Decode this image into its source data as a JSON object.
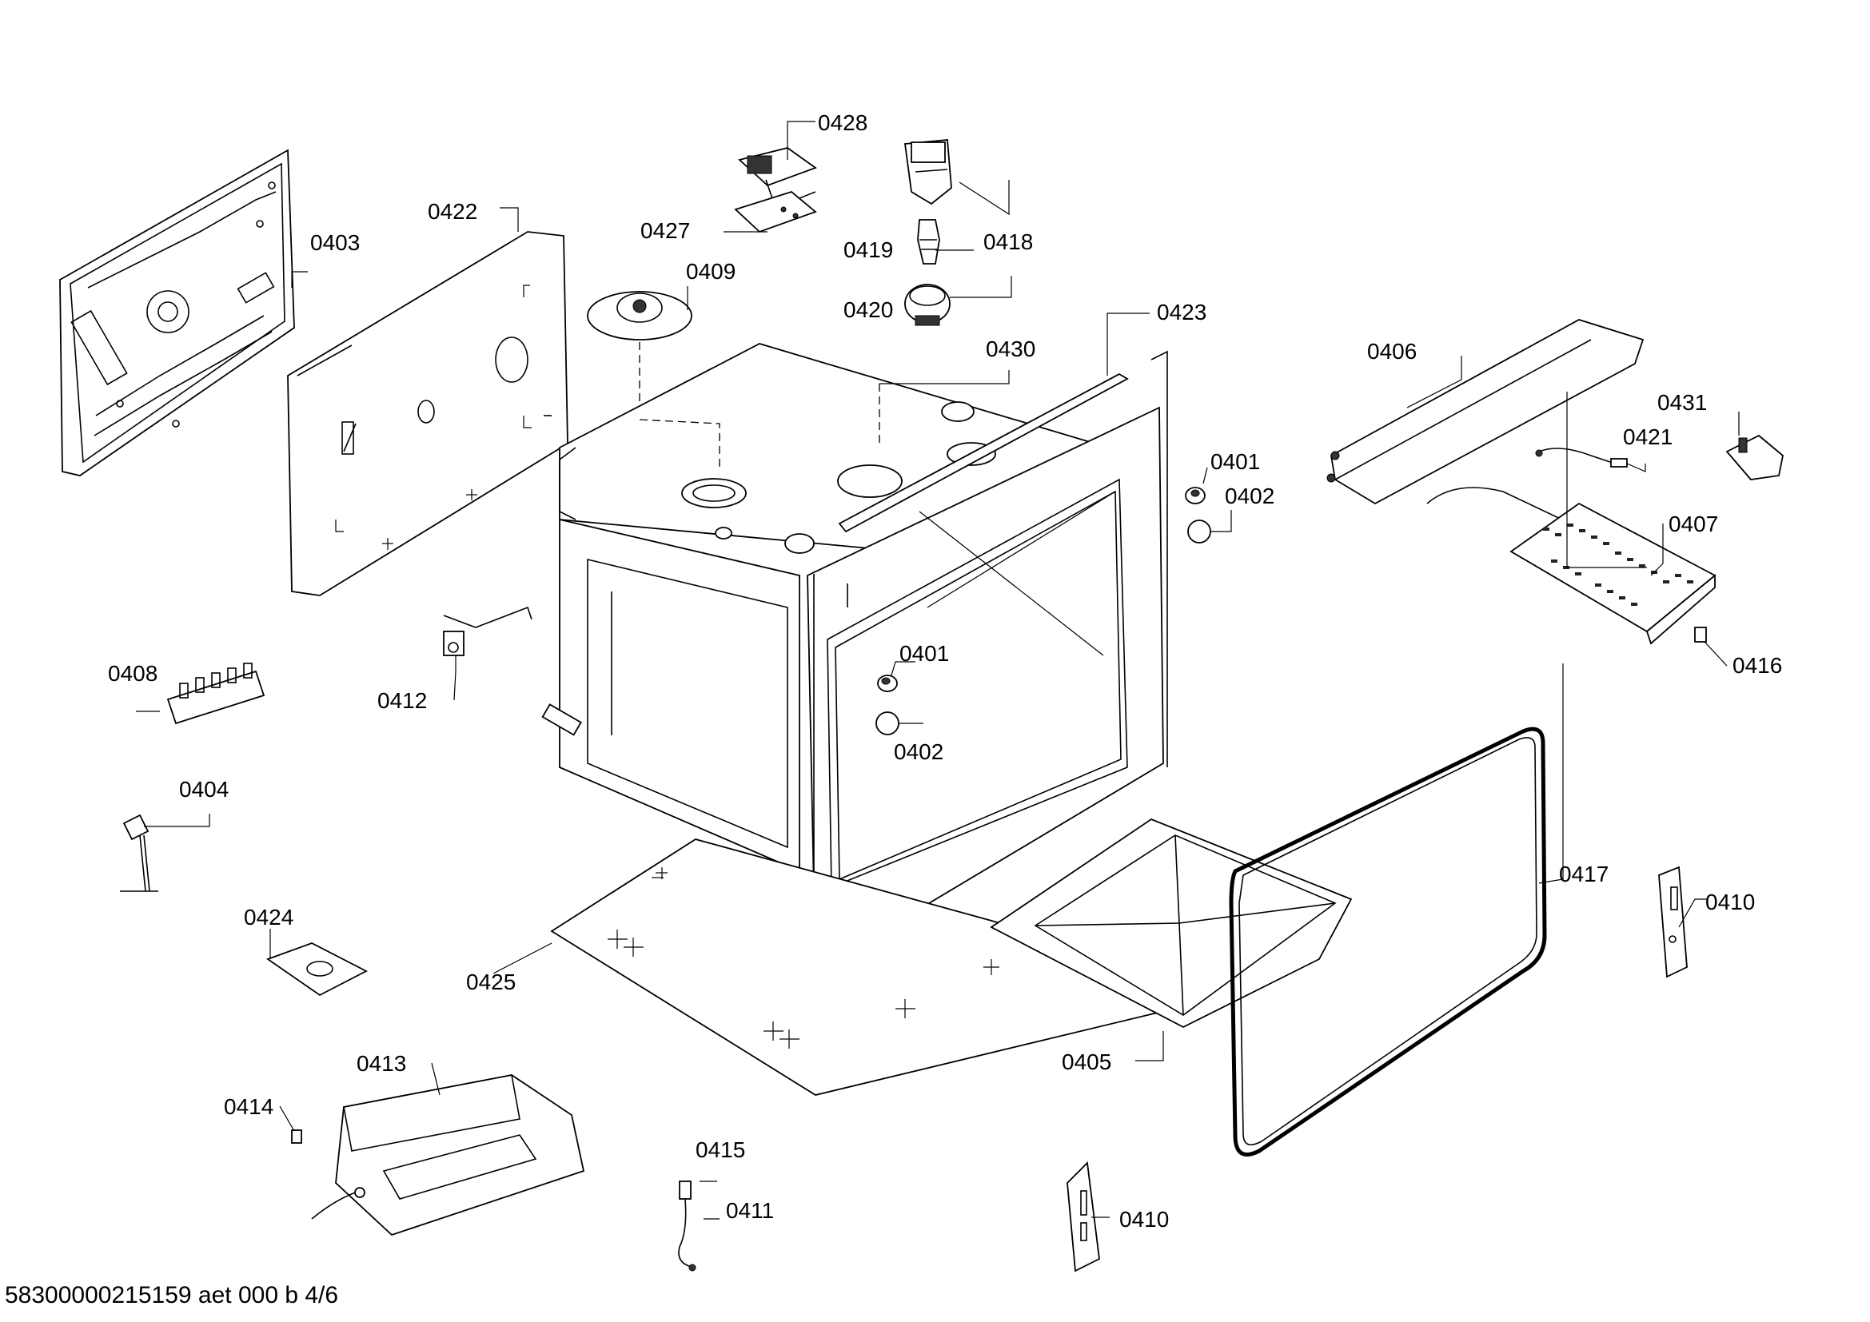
{
  "diagram": {
    "labels": {
      "p0428": "0428",
      "p0418": "0418",
      "p0419": "0419",
      "p0420": "0420",
      "p0427": "0427",
      "p0422": "0422",
      "p0403": "0403",
      "p0409": "0409",
      "p0423": "0423",
      "p0430": "0430",
      "p0406": "0406",
      "p0431": "0431",
      "p0421": "0421",
      "p0401a": "0401",
      "p0402a": "0402",
      "p0407": "0407",
      "p0416": "0416",
      "p0408": "0408",
      "p0412": "0412",
      "p0401b": "0401",
      "p0402b": "0402",
      "p0404": "0404",
      "p0417": "0417",
      "p0410a": "0410",
      "p0424": "0424",
      "p0425": "0425",
      "p0405": "0405",
      "p0413": "0413",
      "p0414": "0414",
      "p0415": "0415",
      "p0411": "0411",
      "p0410b": "0410"
    },
    "footer_code": "58300000215159 aet 000 b 4/6"
  }
}
